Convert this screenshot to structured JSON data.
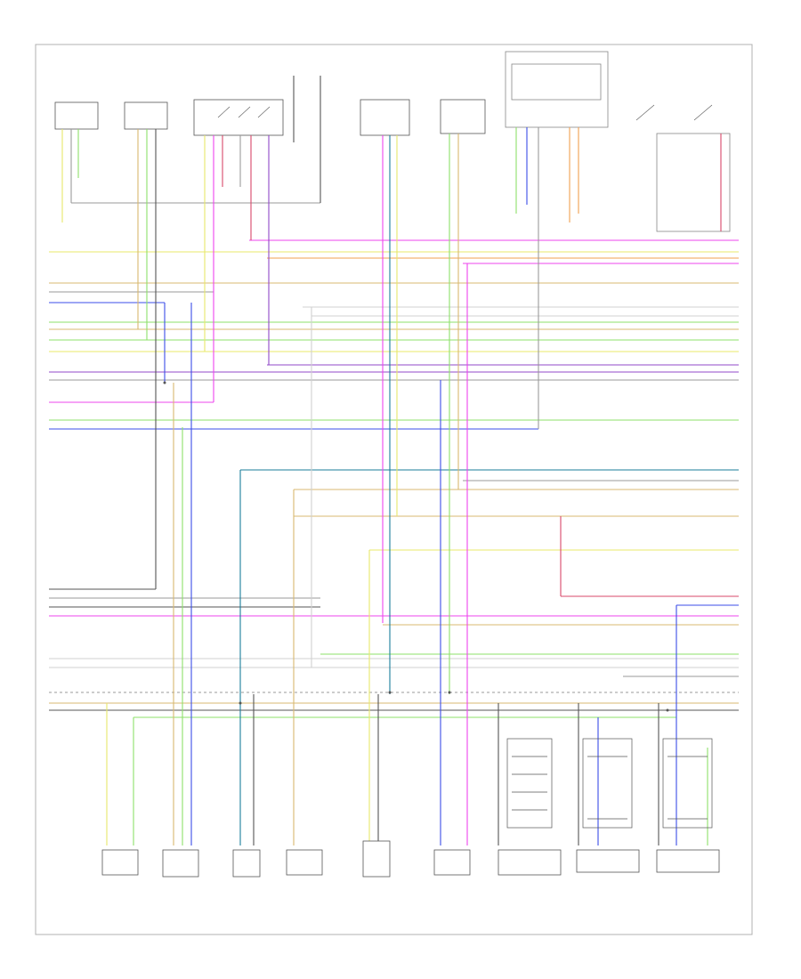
{
  "diagram": {
    "footer_code": "",
    "colors": {
      "yellow": "#e8e86a",
      "green": "#8ee06a",
      "pink": "#ee44ee",
      "blue": "#3b4de8",
      "teal": "#1a7d9a",
      "red": "#d8486a",
      "tan": "#d8b870",
      "orange": "#f0a050",
      "gray": "#9a9a9a",
      "darkgray": "#555555",
      "purple": "#9048c8"
    },
    "wires": [
      {
        "id": "w-yel-top",
        "color": "yellow"
      },
      {
        "id": "w-pink-top",
        "color": "pink"
      },
      {
        "id": "w-tan-top",
        "color": "tan"
      },
      {
        "id": "w-blue-left",
        "color": "blue"
      },
      {
        "id": "w-green-mid",
        "color": "green"
      },
      {
        "id": "w-purple",
        "color": "purple"
      },
      {
        "id": "w-teal",
        "color": "teal"
      },
      {
        "id": "w-red",
        "color": "red"
      },
      {
        "id": "w-gray",
        "color": "gray"
      }
    ],
    "components": [
      {
        "id": "c1",
        "label": ""
      },
      {
        "id": "c2",
        "label": ""
      },
      {
        "id": "c3",
        "label": ""
      },
      {
        "id": "c4",
        "label": ""
      },
      {
        "id": "c5",
        "label": ""
      },
      {
        "id": "c6",
        "label": ""
      },
      {
        "id": "c7",
        "label": ""
      },
      {
        "id": "c8",
        "label": ""
      },
      {
        "id": "c9",
        "label": ""
      }
    ]
  }
}
